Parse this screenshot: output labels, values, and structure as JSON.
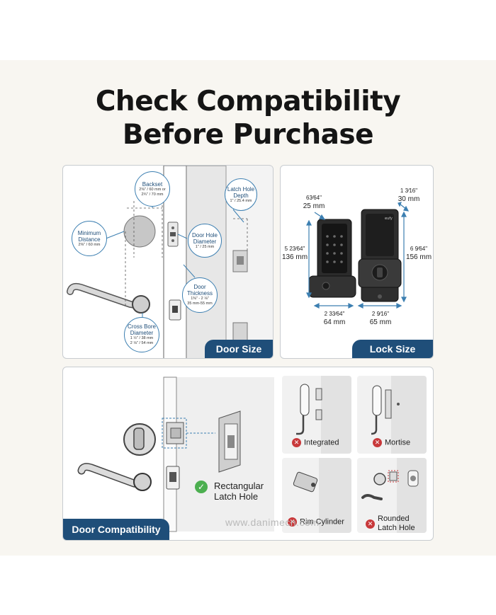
{
  "title": {
    "line1": "Check Compatibility",
    "line2": "Before Purchase"
  },
  "door_size": {
    "tag": "Door Size",
    "backset": {
      "label": "Backset",
      "value1": "2⅜\" / 60 mm or",
      "value2": "2¾\" / 70 mm"
    },
    "minimum_distance": {
      "label1": "Minimum",
      "label2": "Distance",
      "value": "2⅜\" / 60 mm"
    },
    "door_hole": {
      "label1": "Door Hole",
      "label2": "Diameter",
      "value": "1\" / 25 mm"
    },
    "latch_hole": {
      "label1": "Latch Hole",
      "label2": "Depth",
      "value": "1\" / 25.4 mm"
    },
    "door_thickness": {
      "label1": "Door",
      "label2": "Thickness",
      "value1": "1⅜\" - 2 ⅛\"",
      "value2": "35 mm-55 mm"
    },
    "cross_bore": {
      "label1": "Cross Bore",
      "label2": "Diameter",
      "value1": "1 ½\" / 38 mm",
      "value2": "2 ⅛\" / 54 mm"
    }
  },
  "lock_size": {
    "tag": "Lock Size",
    "dims": {
      "front_depth_in": "63⁄64\"",
      "front_depth_mm": "25 mm",
      "back_depth_in": "1 3⁄16\"",
      "back_depth_mm": "30 mm",
      "front_height_in": "5 23⁄64\"",
      "front_height_mm": "136 mm",
      "back_height_in": "6 9⁄64\"",
      "back_height_mm": "156 mm",
      "front_width_in": "2 33⁄64\"",
      "front_width_mm": "64 mm",
      "back_width_in": "2 9⁄16\"",
      "back_width_mm": "65 mm"
    },
    "brand": "eufy"
  },
  "door_compat": {
    "tag": "Door Compatibility",
    "rectangular_line1": "Rectangular",
    "rectangular_line2": "Latch Hole",
    "integrated": "Integrated",
    "mortise": "Mortise",
    "rim_cylinder": "Rim Cylinder",
    "rounded_line1": "Rounded",
    "rounded_line2": "Latch Hole",
    "check_glyph": "✓",
    "x_glyph": "✕"
  },
  "watermark": "www.danimecn.com",
  "colors": {
    "accent": "#1f4e79",
    "bubble_border": "#3c7fb1",
    "error": "#c8393b",
    "success": "#4caf50"
  }
}
